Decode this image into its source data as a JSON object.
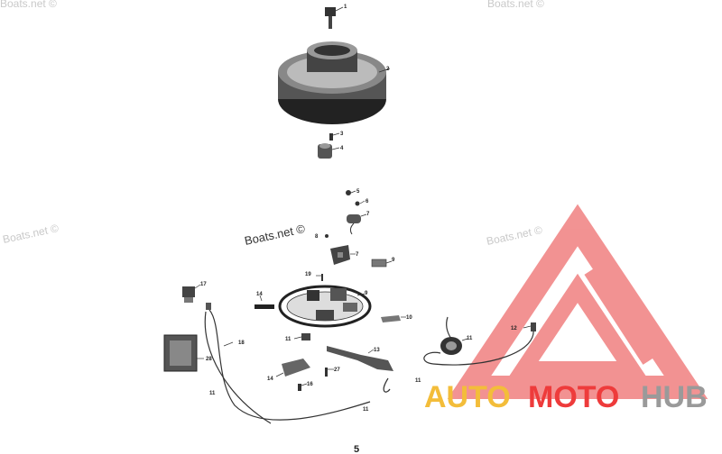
{
  "watermarks": {
    "top_left": "Boats.net ©",
    "top_right": "Boats.net ©",
    "mid_left": "Boats.net ©",
    "center": "Boats.net ©",
    "mid_right": "Boats.net ©"
  },
  "callouts": [
    "1",
    "2",
    "3",
    "4",
    "5",
    "6",
    "7",
    "8",
    "9",
    "10",
    "11",
    "12",
    "13",
    "14",
    "16",
    "17",
    "18",
    "19",
    "20",
    "27",
    "28"
  ],
  "page_number": "5",
  "logo": {
    "part1": "AUTO",
    "part2": "MOTO",
    "part3": "HUB",
    "colors": {
      "auto": "#f3bd3a",
      "moto": "#ee3b3b",
      "hub": "#9a9a9a",
      "triangle": "#f08080"
    }
  }
}
